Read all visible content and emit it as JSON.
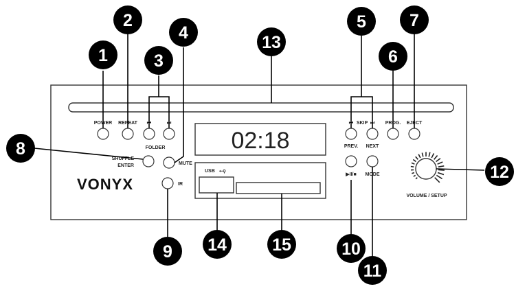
{
  "brand": "VONYX",
  "display": {
    "time": "02:18"
  },
  "labels": {
    "power": "POWER",
    "repeat": "REPEAT",
    "prev_track": "⏮",
    "next_track": "⏭",
    "folder": "FOLDER",
    "mute": "MUTE",
    "skip_prev": "⏮",
    "skip": "SKIP",
    "skip_next": "⏭",
    "prog": "PROG.",
    "eject": "EJECT",
    "prev": "PREV.",
    "next": "NEXT",
    "play_pause_stop": "▶II/■",
    "mode": "MODE",
    "shuffle": "SHUFFLE",
    "enter": "ENTER",
    "ir": "IR",
    "usb": "USB",
    "usb_symbol": "⭠⚲",
    "volume_setup": "VOLUME / SETUP"
  },
  "callouts": [
    "1",
    "2",
    "3",
    "4",
    "5",
    "6",
    "7",
    "8",
    "9",
    "10",
    "11",
    "12",
    "13",
    "14",
    "15"
  ]
}
